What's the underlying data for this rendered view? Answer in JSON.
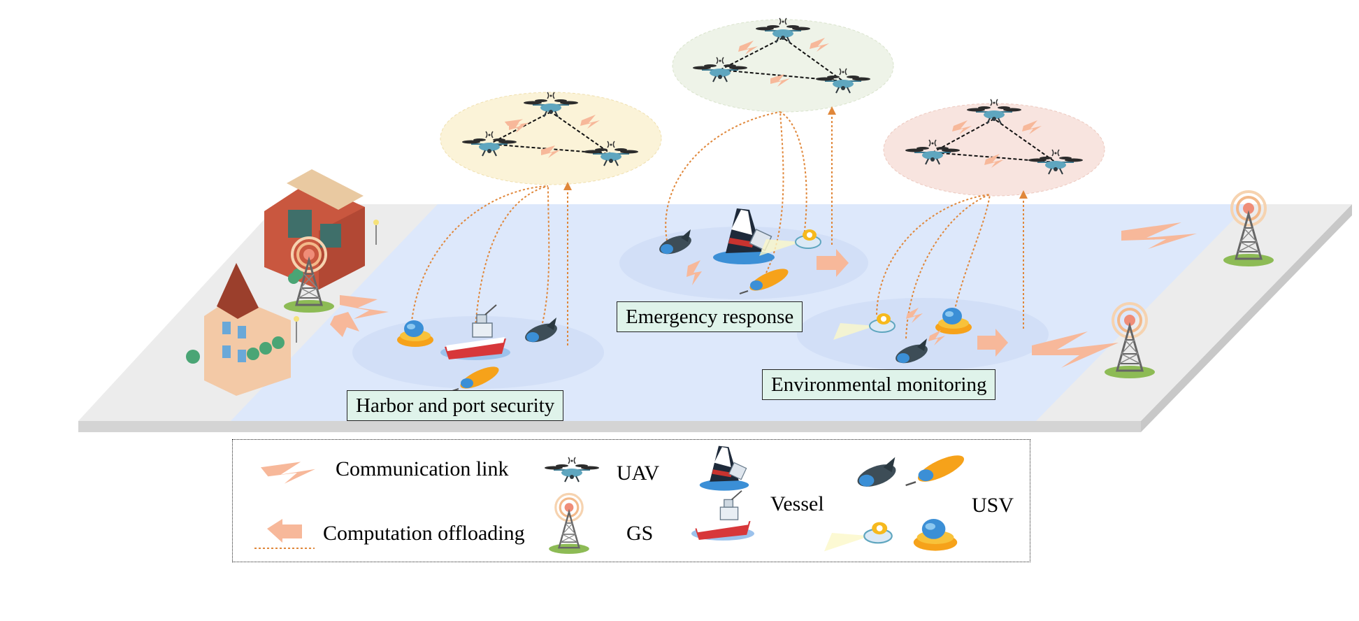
{
  "scenarios": {
    "harbor": "Harbor and port security",
    "emergency": "Emergency response",
    "environmental": "Environmental monitoring"
  },
  "legend": {
    "communication_link": "Communication link",
    "computation_offloading": "Computation offloading",
    "uav": "UAV",
    "gs": "GS",
    "vessel": "Vessel",
    "usv": "USV"
  },
  "colors": {
    "sea": "#dde8fb",
    "platform_side": "#d4d4d4",
    "land": "#ececec",
    "link": "#f7b89a",
    "offload_line": "#e0873a",
    "label_bg": "#dff3ea",
    "uav_body": "#5fa6bf",
    "cluster_yellow": "#fbf3d8",
    "cluster_green": "#eef3e8",
    "cluster_pink": "#f8e4df"
  }
}
